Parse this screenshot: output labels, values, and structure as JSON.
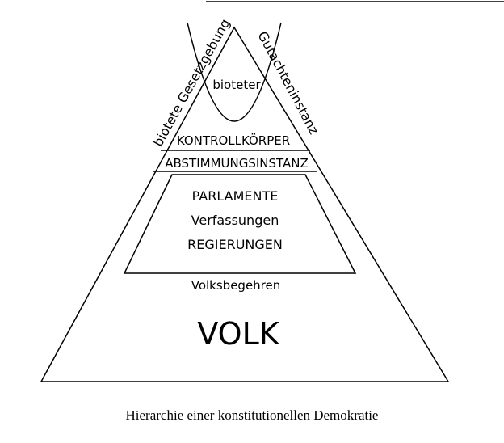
{
  "diagram": {
    "side_left": "biotete Gesetzgebung",
    "side_right": "Gutachteninstanz",
    "apex": "bioteter",
    "level1": "KONTROLLKÖRPER",
    "level2": "ABSTIMMUNGSINSTANZ",
    "inner_lines": [
      "PARLAMENTE",
      "Verfassungen",
      "REGIERUNGEN"
    ],
    "volksbegehren": "Volksbegehren",
    "base": "VOLK"
  },
  "caption": "Hierarchie einer konstitutionellen Demokratie",
  "colors": {
    "ink": "#000000",
    "paper": "#ffffff"
  }
}
